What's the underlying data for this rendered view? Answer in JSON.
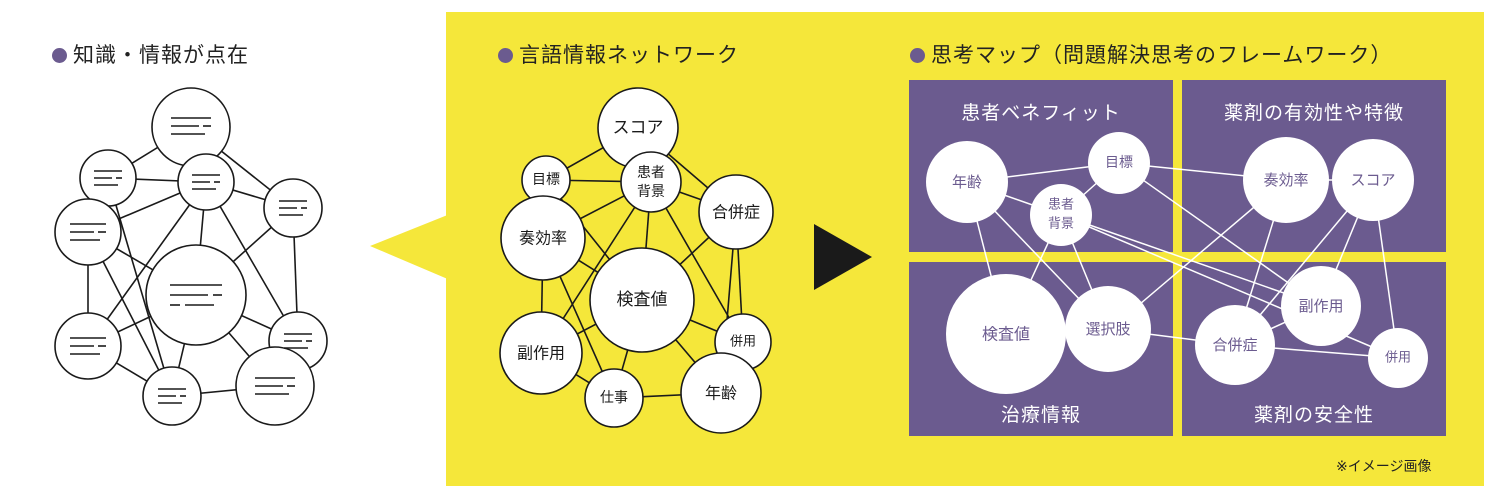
{
  "left_section": {
    "title": "知識・情報が点在"
  },
  "middle_section": {
    "title": "言語情報ネットワーク",
    "nodes": {
      "score": "スコア",
      "goal": "目標",
      "patient_bg_1": "患者",
      "patient_bg_2": "背景",
      "complication": "合併症",
      "efficacy": "奏効率",
      "test_value": "検査値",
      "side_effect": "副作用",
      "concomitant": "併用",
      "job": "仕事",
      "age": "年齢"
    }
  },
  "right_section": {
    "title": "思考マップ（問題解決思考のフレームワーク）",
    "quadrants": {
      "top_left": "患者ベネフィット",
      "top_right": "薬剤の有効性や特徴",
      "bottom_left": "治療情報",
      "bottom_right": "薬剤の安全性"
    },
    "nodes": {
      "age": "年齢",
      "goal": "目標",
      "patient_bg_1": "患者",
      "patient_bg_2": "背景",
      "efficacy": "奏効率",
      "score": "スコア",
      "side_effect": "副作用",
      "test_value": "検査値",
      "choice": "選択肢",
      "complication": "合併症",
      "concomitant": "併用"
    },
    "note": "※イメージ画像"
  },
  "colors": {
    "yellow": "#f5e73a",
    "purple": "#6b5b8f",
    "black": "#1a1a1a",
    "white": "#ffffff"
  }
}
